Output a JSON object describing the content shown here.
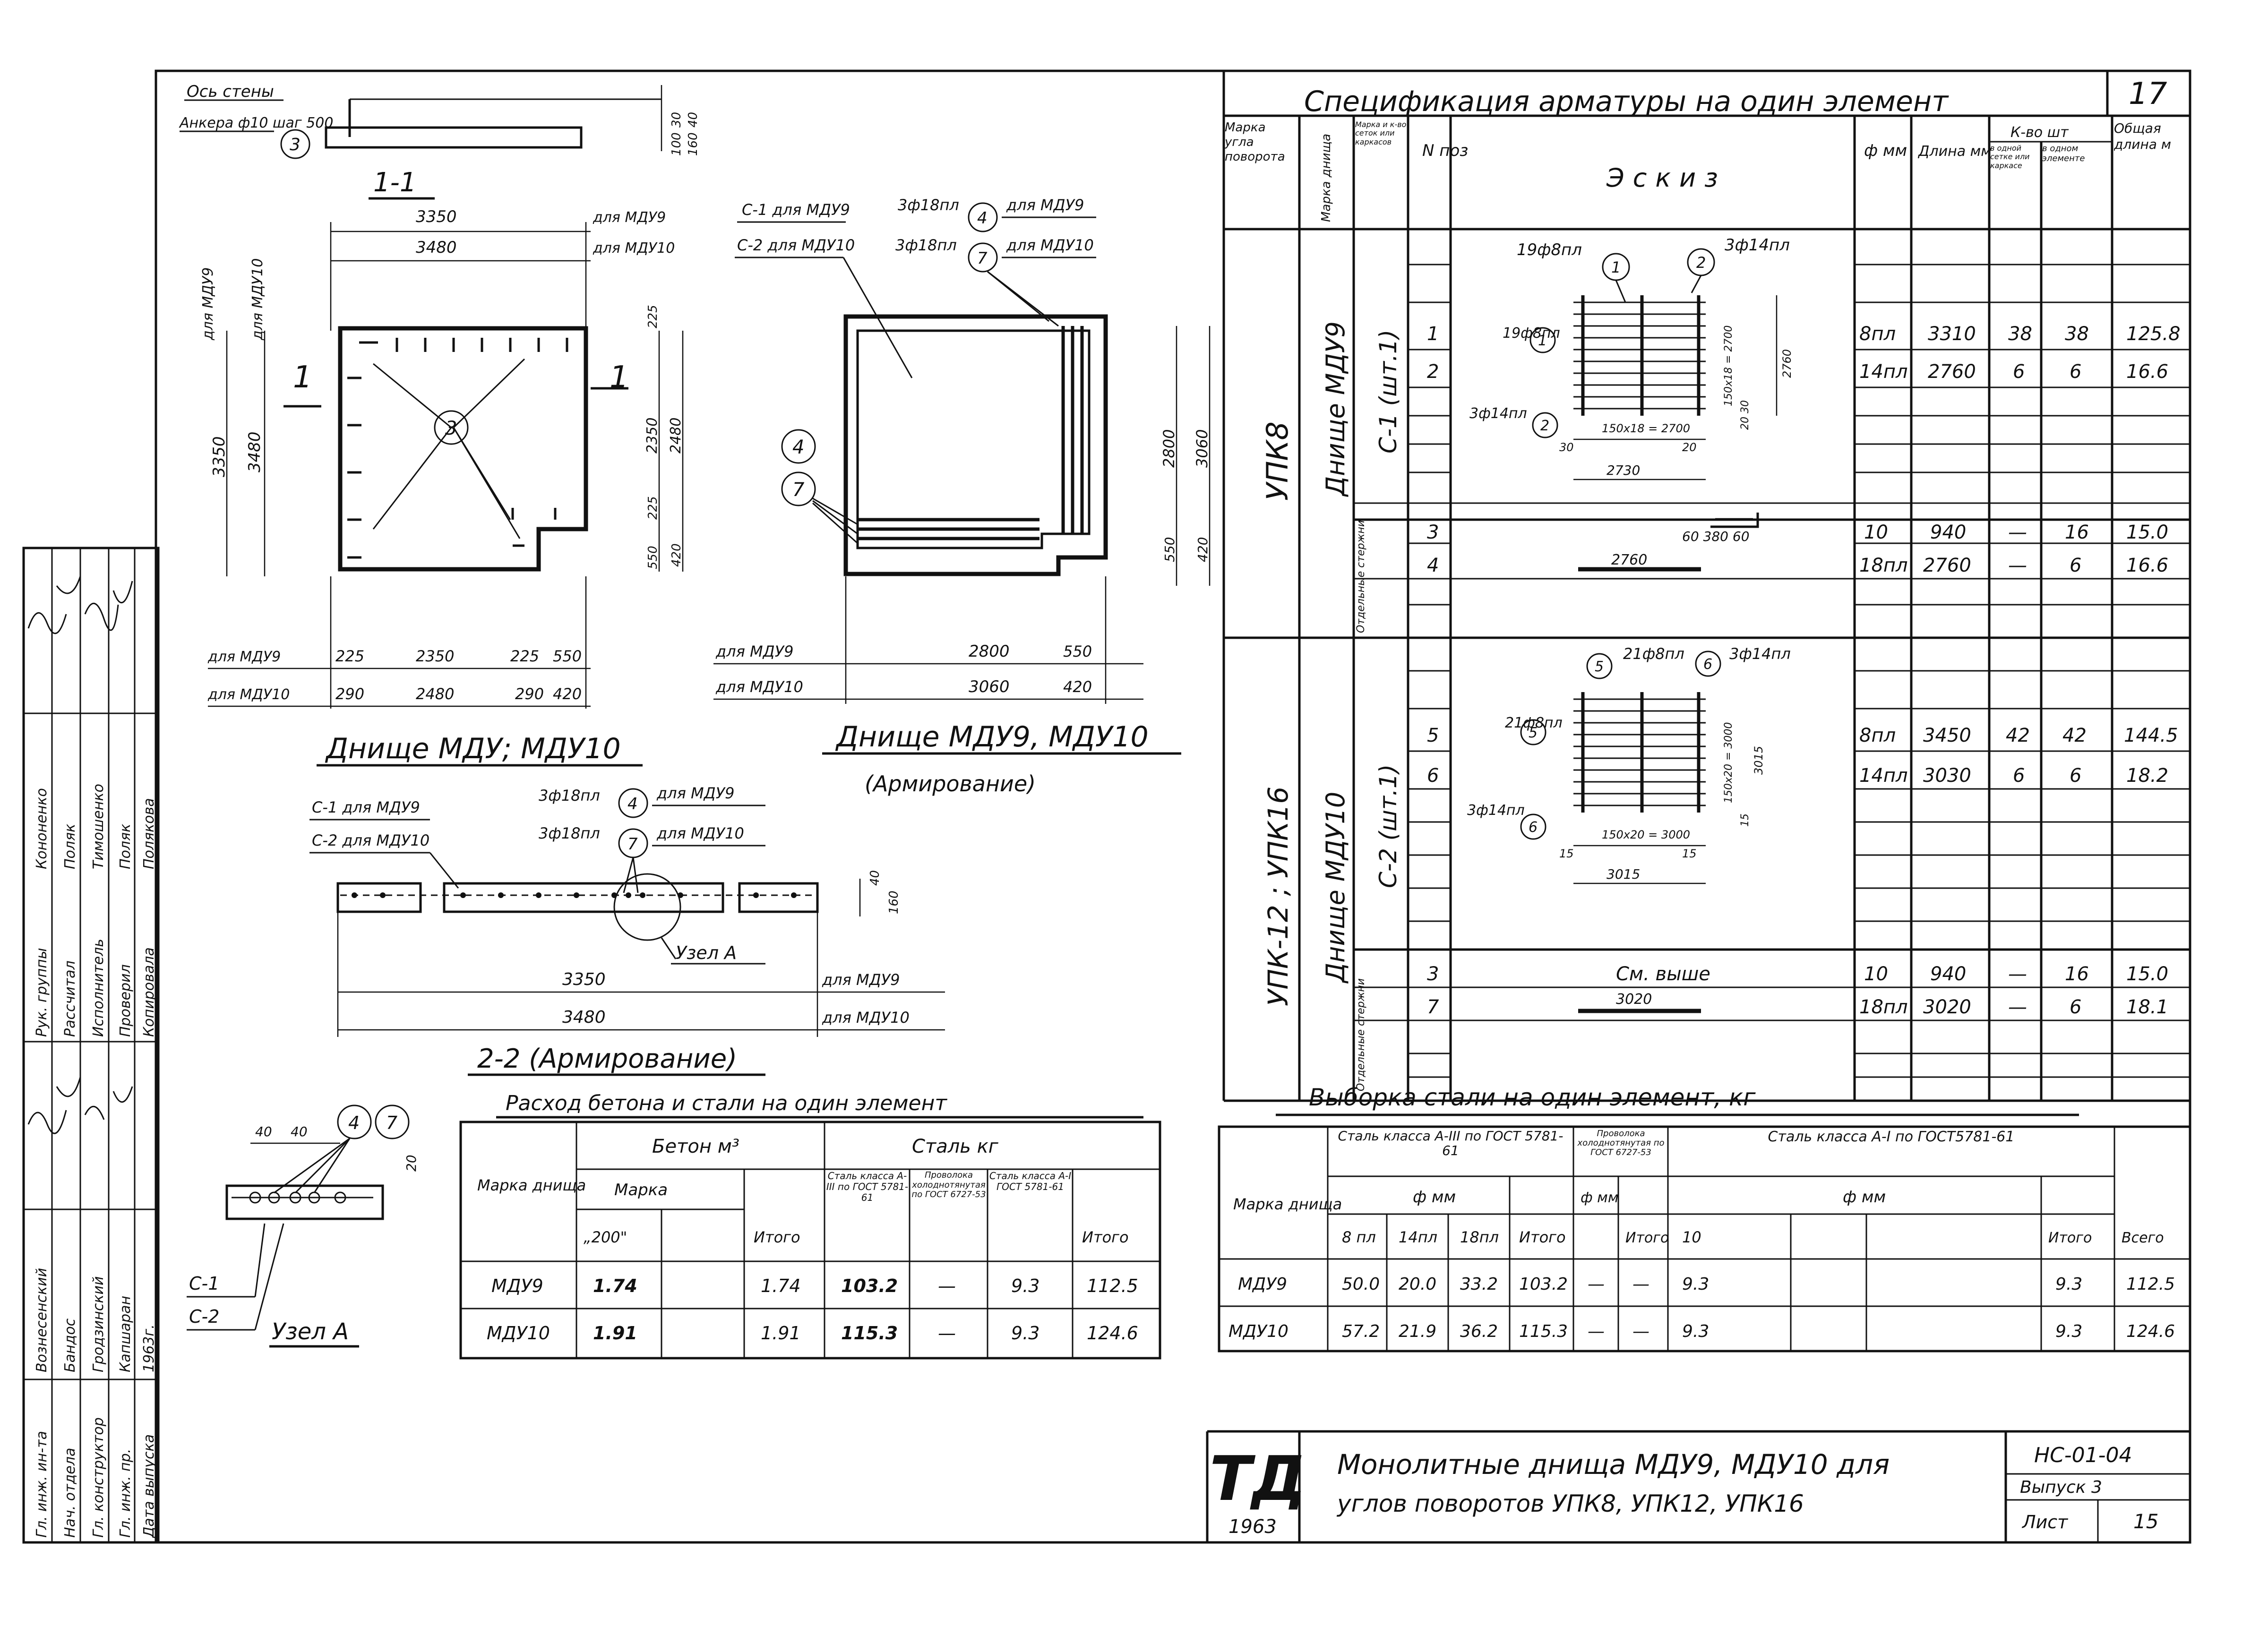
{
  "sheet_number": "17",
  "spec": {
    "title": "Спецификация арматуры на один элемент",
    "headers": {
      "marka_ugla": "Марка угла поворота",
      "marka_dnisha": "Марка днища",
      "marka_setki": "Марка и к-во сеток или каркасов",
      "n_poz": "N поз",
      "eskiz": "Эскиз",
      "phi": "ф мм",
      "dlina": "Длина мм",
      "kvo": "К-во шт",
      "kvo_v_setke": "в одной сетке или каркасе",
      "kvo_v_elemente": "в одном элементе",
      "obshaya": "Общая длина м"
    },
    "groups": [
      {
        "ugol": "УПК8",
        "dnishe": "Днище МДУ9",
        "setka": "С-1 (шт.1)",
        "sketch_labels": {
          "top_left": "19ф8пл",
          "top_right": "3ф14пл",
          "left_mid": "19ф8пл",
          "left_low": "3ф14пл",
          "dim1": "150x18 = 2700",
          "dim2": "2730",
          "dim3": "30",
          "dim4": "20",
          "side1": "150x18 = 2700",
          "side2": "2760",
          "side3": "20 30"
        },
        "rows": [
          {
            "poz": "1",
            "phi": "8пл",
            "len": "3310",
            "kset": "38",
            "kel": "38",
            "total": "125.8"
          },
          {
            "poz": "2",
            "phi": "14пл",
            "len": "2760",
            "kset": "6",
            "kel": "6",
            "total": "16.6"
          }
        ],
        "loose_label": "Отдельные стержни",
        "loose_rows": [
          {
            "poz": "3",
            "phi": "10",
            "len": "940",
            "kset": "—",
            "kel": "16",
            "total": "15.0",
            "sketch": "60 380 60"
          },
          {
            "poz": "4",
            "phi": "18пл",
            "len": "2760",
            "kset": "—",
            "kel": "6",
            "total": "16.6",
            "sketch": "2760"
          }
        ]
      },
      {
        "ugol": "УПК-12 ; УПК16",
        "dnishe": "Днище МДУ10",
        "setka": "С-2 (шт.1)",
        "sketch_labels": {
          "top_left": "21ф8пл",
          "top_right": "3ф14пл",
          "left_mid": "21ф8пл",
          "left_low": "3ф14пл",
          "dim1": "150x20 = 3000",
          "dim2": "3015",
          "dim3": "15",
          "dim4": "15",
          "side1": "150x20 = 3000",
          "side2": "3015",
          "side3": "15"
        },
        "rows": [
          {
            "poz": "5",
            "phi": "8пл",
            "len": "3450",
            "kset": "42",
            "kel": "42",
            "total": "144.5"
          },
          {
            "poz": "6",
            "phi": "14пл",
            "len": "3030",
            "kset": "6",
            "kel": "6",
            "total": "18.2"
          }
        ],
        "loose_label": "Отдельные стержни",
        "loose_rows": [
          {
            "poz": "3",
            "phi": "10",
            "len": "940",
            "kset": "—",
            "kel": "16",
            "total": "15.0",
            "sketch": "См. выше"
          },
          {
            "poz": "7",
            "phi": "18пл",
            "len": "3020",
            "kset": "—",
            "kel": "6",
            "total": "18.1",
            "sketch": "3020"
          }
        ]
      }
    ]
  },
  "section11": {
    "title": "1-1",
    "axis_label": "Ось стены",
    "anchor_label": "Анкера ф10 шаг 500",
    "callout": "3",
    "dims": [
      "30",
      "40",
      "160",
      "100"
    ]
  },
  "plan_mdu": {
    "title": "Днище МДУ; МДУ10",
    "callout": "3",
    "section_mark": "1",
    "top_dims": [
      {
        "val": "3350",
        "label": "для МДУ9"
      },
      {
        "val": "3480",
        "label": "для МДУ10"
      }
    ],
    "left_dims": [
      {
        "val": "3350",
        "label": "для МДУ9"
      },
      {
        "val": "3480",
        "label": "для МДУ10"
      }
    ],
    "right_dims": [
      "225",
      "2350",
      "2480",
      "225",
      "550",
      "420"
    ],
    "bottom_rows": [
      {
        "label": "для МДУ9",
        "vals": [
          "225",
          "2350",
          "225",
          "550"
        ]
      },
      {
        "label": "для МДУ10",
        "vals": [
          "290",
          "2480",
          "290",
          "420"
        ]
      }
    ]
  },
  "plan_arm": {
    "title": "Днище МДУ9, МДУ10",
    "subtitle": "(Армирование)",
    "labels": [
      {
        "text": "С-1 для МДУ9"
      },
      {
        "text": "С-2 для МДУ10"
      },
      {
        "text": "3ф18пл",
        "call": "4",
        "for": "для МДУ9"
      },
      {
        "text": "3ф18пл",
        "call": "7",
        "for": "для МДУ10"
      }
    ],
    "left_callouts": [
      "4",
      "7"
    ],
    "right_dims": [
      "2800",
      "3060",
      "550",
      "420"
    ],
    "bottom_rows": [
      {
        "label": "для МДУ9",
        "vals": [
          "2800",
          "550"
        ]
      },
      {
        "label": "для МДУ10",
        "vals": [
          "3060",
          "420"
        ]
      }
    ]
  },
  "section22": {
    "title": "2-2 (Армирование)",
    "labels": [
      "С-1 для МДУ9",
      "С-2 для МДУ10"
    ],
    "bars": [
      {
        "text": "3ф18пл",
        "call": "4",
        "for": "для МДУ9"
      },
      {
        "text": "3ф18пл",
        "call": "7",
        "for": "для МДУ10"
      }
    ],
    "node": "Узел А",
    "dims": [
      {
        "val": "3350",
        "label": "для МДУ9"
      },
      {
        "val": "3480",
        "label": "для МДУ10"
      }
    ],
    "side_dims": [
      "40",
      "160"
    ]
  },
  "node_a": {
    "title": "Узел А",
    "dims": [
      "40",
      "40"
    ],
    "side": "20",
    "calls": [
      "4",
      "7"
    ],
    "labels": [
      "С-1",
      "С-2"
    ]
  },
  "consumption": {
    "title": "Расход бетона и стали на один элемент",
    "headers": {
      "marka": "Марка днища",
      "beton": "Бетон м³",
      "beton_marka": "Марка",
      "beton_200": "„200\"",
      "itogo": "Итого",
      "stal": "Сталь кг",
      "stal_a3": "Сталь класса А-III по ГОСТ 5781-61",
      "provoloka": "Проволока холоднотянутая по ГОСТ 6727-53",
      "stal_a1": "Сталь класса А-I ГОСТ 5781-61",
      "itogo2": "Итого"
    },
    "rows": [
      {
        "marka": "МДУ9",
        "b200": "1.74",
        "bitogo": "1.74",
        "a3": "103.2",
        "prov": "—",
        "a1": "9.3",
        "total": "112.5"
      },
      {
        "marka": "МДУ10",
        "b200": "1.91",
        "bitogo": "1.91",
        "a3": "115.3",
        "prov": "—",
        "a1": "9.3",
        "total": "124.6"
      }
    ]
  },
  "steel": {
    "title": "Выборка стали на один элемент, кг",
    "headers": {
      "marka": "Марка днища",
      "a3": "Сталь класса А-III по ГОСТ 5781-61",
      "prov": "Проволока холоднотянутая по ГОСТ 6727-53",
      "a1": "Сталь класса А-I по ГОСТ5781-61",
      "phi": "ф мм",
      "c8": "8 пл",
      "c14": "14пл",
      "c18": "18пл",
      "itogo": "Итого",
      "c10": "10",
      "vsego": "Всего"
    },
    "rows": [
      {
        "marka": "МДУ9",
        "c8": "50.0",
        "c14": "20.0",
        "c18": "33.2",
        "it1": "103.2",
        "pphi": "—",
        "pit": "—",
        "c10": "9.3",
        "it3": "9.3",
        "all": "112.5"
      },
      {
        "marka": "МДУ10",
        "c8": "57.2",
        "c14": "21.9",
        "c18": "36.2",
        "it1": "115.3",
        "pphi": "—",
        "pit": "—",
        "c10": "9.3",
        "it3": "9.3",
        "all": "124.6"
      }
    ]
  },
  "stamp": {
    "logo": "ТД",
    "year": "1963",
    "title_line1": "Монолитные днища МДУ9, МДУ10 для",
    "title_line2": "углов поворотов УПК8, УПК12, УПК16",
    "code": "НС-01-04",
    "issue": "Выпуск 3",
    "sheet_label": "Лист",
    "sheet_no": "15"
  },
  "side_block": {
    "roles": [
      "Рук. группы",
      "Рассчитал",
      "Исполнитель",
      "Проверил",
      "Копировала",
      "Гл. инж. ин-та",
      "Нач. отдела",
      "Гл. конструктор",
      "Гл. инж. пр.",
      "Дата выпуска"
    ],
    "names": [
      "Кононенко",
      "Поляк",
      "Тимошенко",
      "Поляк",
      "Полякова",
      "Вознесенский",
      "Бандос",
      "Гродзинский",
      "Капшаран",
      "1963г."
    ]
  }
}
